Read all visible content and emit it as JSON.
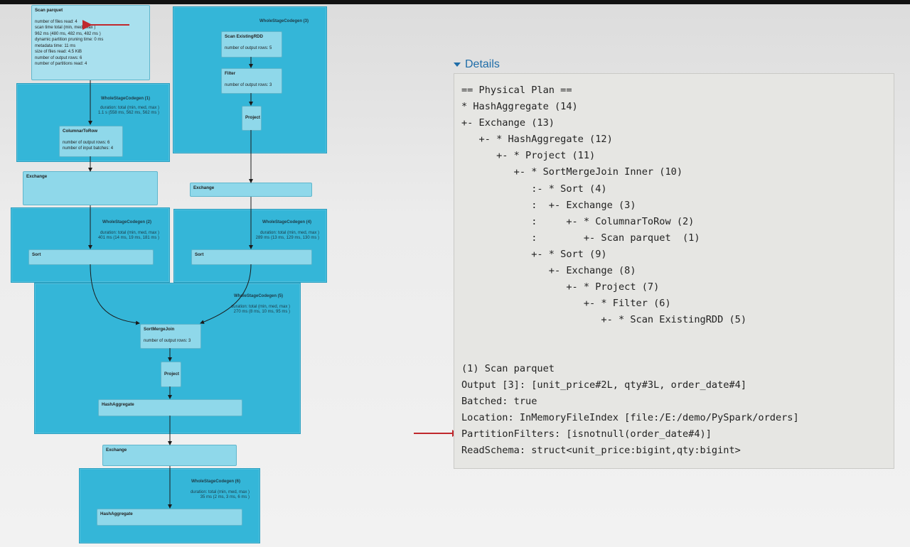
{
  "graph": {
    "scan_parquet": {
      "title": "Scan parquet",
      "metrics": [
        "number of files read: 4",
        "scan time total (min, med, max )",
        "962 ms (480 ms, 482 ms, 482 ms )",
        "dynamic partition pruning time: 0 ms",
        "metadata time: 11 ms",
        "size of files read: 4.5 KiB",
        "number of output rows: 6",
        "number of partitions read: 4"
      ]
    },
    "wsc1": {
      "title": "WholeStageCodegen (1)",
      "metrics": [
        "duration: total (min, med, max )",
        "1.1 s (558 ms, 562 ms, 562 ms )"
      ]
    },
    "columnar_to_row": {
      "title": "ColumnarToRow",
      "metrics": [
        "number of output rows: 6",
        "number of input batches: 4"
      ]
    },
    "wsc3": {
      "title": "WholeStageCodegen (3)"
    },
    "scan_existing_rdd": {
      "title": "Scan ExistingRDD",
      "metrics": [
        "number of output rows: 5"
      ]
    },
    "filter": {
      "title": "Filter",
      "metrics": [
        "number of output rows: 3"
      ]
    },
    "project_right": {
      "title": "Project"
    },
    "exchange_left": {
      "title": "Exchange"
    },
    "exchange_right": {
      "title": "Exchange"
    },
    "wsc2": {
      "title": "WholeStageCodegen (2)",
      "metrics": [
        "duration: total (min, med, max )",
        "401 ms (14 ms, 19 ms, 181 ms )"
      ]
    },
    "sort_left": {
      "title": "Sort"
    },
    "wsc4": {
      "title": "WholeStageCodegen (4)",
      "metrics": [
        "duration: total (min, med, max )",
        "289 ms (13 ms, 129 ms, 130 ms )"
      ]
    },
    "sort_right": {
      "title": "Sort"
    },
    "wsc5": {
      "title": "WholeStageCodegen (5)",
      "metrics": [
        "duration: total (min, med, max )",
        "270 ms (8 ms, 10 ms, 95 ms )"
      ]
    },
    "sort_merge_join": {
      "title": "SortMergeJoin",
      "metrics": [
        "number of output rows: 3"
      ]
    },
    "project_mid": {
      "title": "Project"
    },
    "hash_agg_mid": {
      "title": "HashAggregate"
    },
    "exchange_bottom": {
      "title": "Exchange"
    },
    "wsc6": {
      "title": "WholeStageCodegen (6)",
      "metrics": [
        "duration: total (min, med, max )",
        "35 ms (2 ms, 3 ms, 6 ms )"
      ]
    },
    "hash_agg_bottom": {
      "title": "HashAggregate"
    }
  },
  "details": {
    "toggle_label": "Details",
    "physical_plan": [
      "== Physical Plan ==",
      "* HashAggregate (14)",
      "+- Exchange (13)",
      "   +- * HashAggregate (12)",
      "      +- * Project (11)",
      "         +- * SortMergeJoin Inner (10)",
      "            :- * Sort (4)",
      "            :  +- Exchange (3)",
      "            :     +- * ColumnarToRow (2)",
      "            :        +- Scan parquet  (1)",
      "            +- * Sort (9)",
      "               +- Exchange (8)",
      "                  +- * Project (7)",
      "                     +- * Filter (6)",
      "                        +- * Scan ExistingRDD (5)"
    ],
    "scan_description": [
      "(1) Scan parquet",
      "Output [3]: [unit_price#2L, qty#3L, order_date#4]",
      "Batched: true",
      "Location: InMemoryFileIndex [file:/E:/demo/PySpark/orders]",
      "PartitionFilters: [isnotnull(order_date#4)]",
      "ReadSchema: struct<unit_price:bigint,qty:bigint>"
    ]
  },
  "colors": {
    "cluster": "#34b6d8",
    "node": "#8fd8ea",
    "edge": "#1b1b1b",
    "annotation_arrow": "#c0282d",
    "details_link": "#1f6da8"
  }
}
